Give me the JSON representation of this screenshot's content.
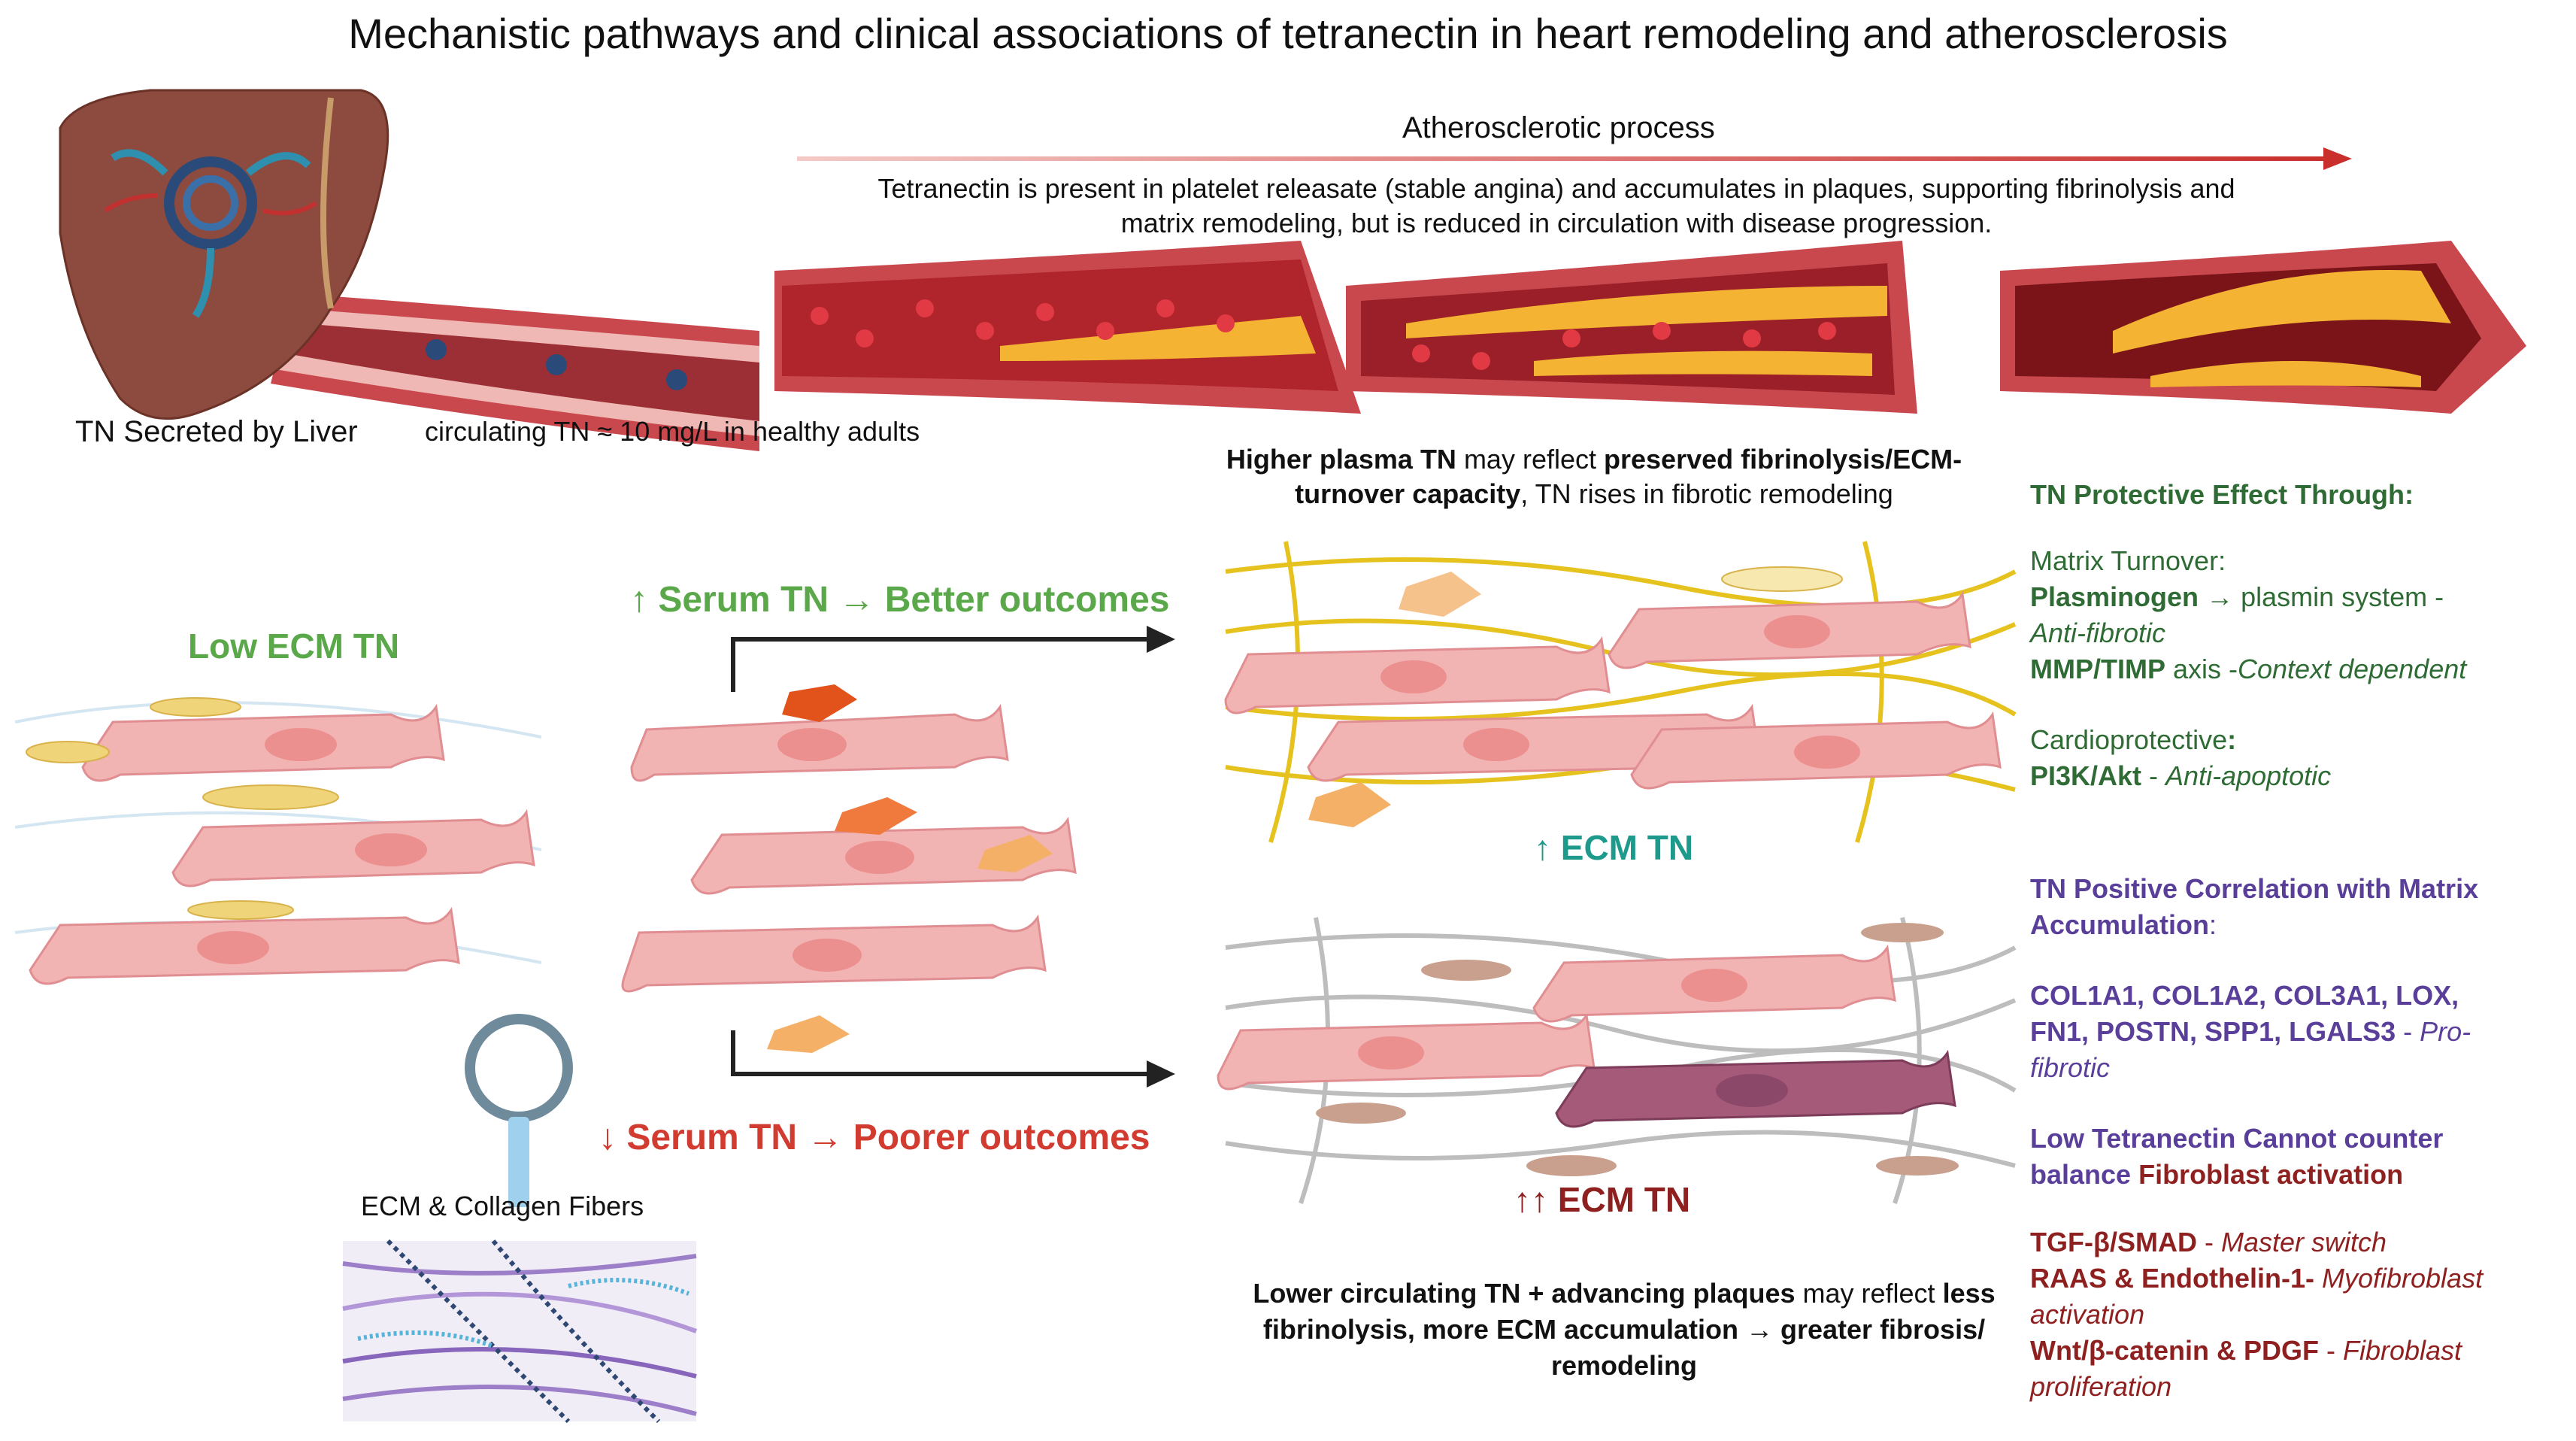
{
  "title": "Mechanistic pathways and clinical associations of tetranectin in heart remodeling and atherosclerosis",
  "liver": {
    "label": "TN Secreted by Liver",
    "circulating": "circulating TN ≈ 10 mg/L in healthy adults"
  },
  "athero": {
    "process_label": "Atherosclerotic process",
    "description_line1": "Tetranectin is present in platelet releasate (stable angina) and accumulates in plaques, supporting fibrinolysis and",
    "description_line2": "matrix remodeling, but is reduced in circulation with disease progression."
  },
  "upper_caption": {
    "p1_bold": "Higher plasma TN",
    "p1_rest": " may reflect ",
    "p2_bold": "preserved fibrinolysis/ECM-",
    "p3_bold": "turnover capacity",
    "p3_rest": ", TN rises in fibrotic remodeling"
  },
  "left_panel": {
    "low_ecm": "Low ECM TN",
    "ecm_fibers": "ECM & Collagen Fibers"
  },
  "middle": {
    "serum_up": "↑ Serum TN → Better outcomes",
    "serum_down": "↓ Serum TN → Poorer outcomes"
  },
  "right_panels": {
    "ecm_up": "↑ ECM TN",
    "ecm_up_up": "↑↑ ECM TN"
  },
  "bottom_caption": {
    "l1_bold": "Lower circulating TN + advancing plaques",
    "l1_rest": " may reflect ",
    "l1_bold2": "less",
    "l2_bold": "fibrinolysis, more ECM accumulation → greater fibrosis/",
    "l3_bold": "remodeling"
  },
  "protective": {
    "heading": "TN Protective Effect  Through:",
    "matrix_turnover": "Matrix Turnover:",
    "plasminogen_bold": "Plasminogen",
    "plasminogen_rest": " → plasmin system -",
    "anti_fibrotic": "Anti-fibrotic",
    "mmp_bold": "MMP/TIMP",
    "mmp_rest": " axis -",
    "mmp_italic": "Context dependent",
    "cardio": "Cardioprotective",
    "cardio_colon": ":",
    "pi3k_bold": "PI3K/Akt",
    "pi3k_rest": " - ",
    "pi3k_italic": "Anti-apoptotic"
  },
  "correlation": {
    "heading_l1": "TN Positive Correlation with Matrix",
    "heading_l2_bold": "Accumulation",
    "heading_l2_rest": ":",
    "genes_l1": "COL1A1, COL1A2, COL3A1, LOX,",
    "genes_l2": "FN1, POSTN, SPP1, LGALS3",
    "genes_sep": " - ",
    "pro_l1": "Pro-",
    "pro_l2": "fibrotic",
    "low_l1": "Low Tetranectin Cannot counter",
    "low_l2a": "balance ",
    "low_l2b": "Fibroblast activation"
  },
  "pathways": {
    "tgf_bold": "TGF-β/SMAD",
    "tgf_sep": " - ",
    "tgf_italic": "Master switch",
    "raas_bold": "RAAS & Endothelin-1-",
    "raas_italic": " Myofibroblast",
    "raas_italic2": "activation",
    "wnt_bold": "Wnt/β-catenin & PDGF",
    "wnt_sep": " - ",
    "wnt_italic": "Fibroblast",
    "wnt_italic2": "proliferation"
  },
  "colors": {
    "green_dark": "#2f6b34",
    "green_light": "#5aa84a",
    "teal": "#1e9a8c",
    "purple": "#5a3f9a",
    "dark_red": "#8f2020",
    "red": "#d23b30",
    "cardiomyocyte": "#f2b3b3",
    "liver": "#8c4b3e",
    "vessel": "#b3343a"
  }
}
